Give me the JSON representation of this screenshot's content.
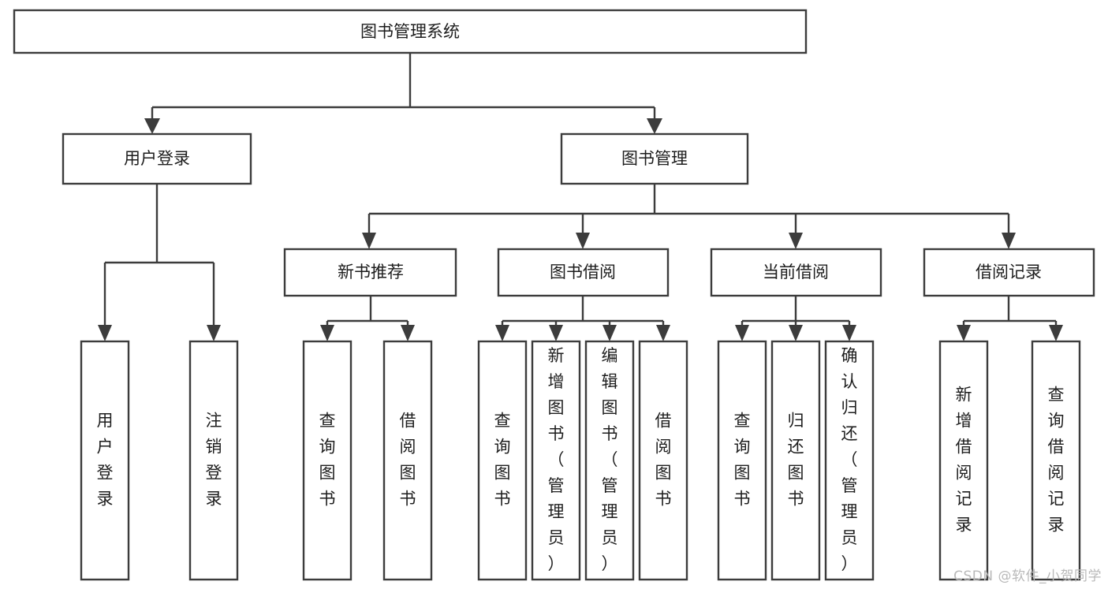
{
  "diagram": {
    "type": "tree-hierarchy",
    "title": "图书管理系统",
    "watermark": "CSDN @软件_小贺同学",
    "colors": {
      "background": "#ffffff",
      "box_fill": "#ffffff",
      "box_stroke": "#3c3c3c",
      "text": "#1d1d1d",
      "watermark": "#b9b9b9"
    },
    "nodes": {
      "root": {
        "label": "图书管理系统",
        "orientation": "horizontal"
      },
      "level2": [
        {
          "id": "user-login",
          "label": "用户登录",
          "orientation": "horizontal"
        },
        {
          "id": "book-manage",
          "label": "图书管理",
          "orientation": "horizontal"
        }
      ],
      "level3": [
        {
          "id": "new-book-recommend",
          "label": "新书推荐",
          "orientation": "horizontal"
        },
        {
          "id": "book-borrow",
          "label": "图书借阅",
          "orientation": "horizontal"
        },
        {
          "id": "current-borrow",
          "label": "当前借阅",
          "orientation": "horizontal"
        },
        {
          "id": "borrow-record",
          "label": "借阅记录",
          "orientation": "horizontal"
        }
      ],
      "leaves": [
        {
          "id": "leaf-user-login",
          "label": "用户登录",
          "orientation": "vertical",
          "parent": "user-login"
        },
        {
          "id": "leaf-user-logout",
          "label": "注销登录",
          "orientation": "vertical",
          "parent": "user-login"
        },
        {
          "id": "leaf-query-book-1",
          "label": "查询图书",
          "orientation": "vertical",
          "parent": "new-book-recommend"
        },
        {
          "id": "leaf-borrow-book-1",
          "label": "借阅图书",
          "orientation": "vertical",
          "parent": "new-book-recommend"
        },
        {
          "id": "leaf-query-book-2",
          "label": "查询图书",
          "orientation": "vertical",
          "parent": "book-borrow"
        },
        {
          "id": "leaf-add-book",
          "label": "新增图书（管理员）",
          "orientation": "vertical",
          "parent": "book-borrow"
        },
        {
          "id": "leaf-edit-book",
          "label": "编辑图书（管理员）",
          "orientation": "vertical",
          "parent": "book-borrow"
        },
        {
          "id": "leaf-borrow-book-2",
          "label": "借阅图书",
          "orientation": "vertical",
          "parent": "book-borrow"
        },
        {
          "id": "leaf-query-book-3",
          "label": "查询图书",
          "orientation": "vertical",
          "parent": "current-borrow"
        },
        {
          "id": "leaf-return-book",
          "label": "归还图书",
          "orientation": "vertical",
          "parent": "current-borrow"
        },
        {
          "id": "leaf-confirm-return",
          "label": "确认归还（管理员）",
          "orientation": "vertical",
          "parent": "current-borrow"
        },
        {
          "id": "leaf-add-record",
          "label": "新增借阅记录",
          "orientation": "vertical",
          "parent": "borrow-record"
        },
        {
          "id": "leaf-query-record",
          "label": "查询借阅记录",
          "orientation": "vertical",
          "parent": "borrow-record"
        }
      ]
    }
  }
}
